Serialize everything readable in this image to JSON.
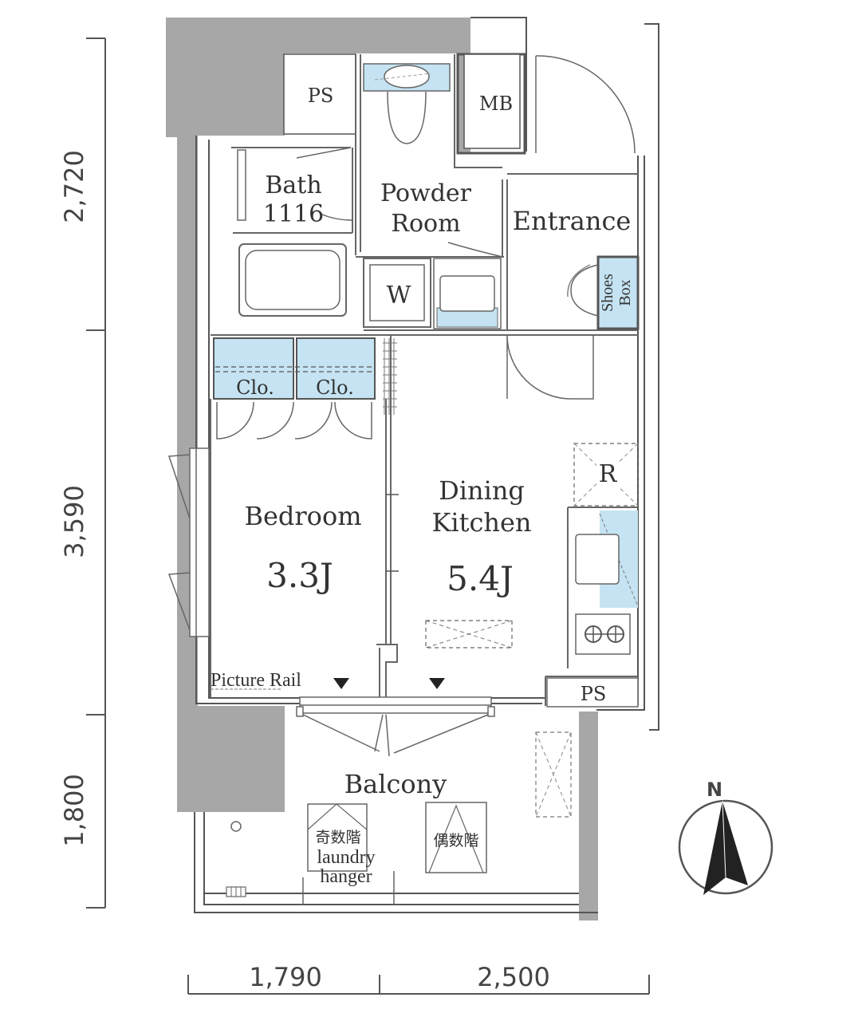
{
  "rooms": {
    "ps_top": "PS",
    "mb": "MB",
    "bath_line1": "Bath",
    "bath_line2": "1116",
    "powder_line1": "Powder",
    "powder_line2": "Room",
    "entrance": "Entrance",
    "washer": "W",
    "shoes_line1": "Shoes",
    "shoes_line2": "Box",
    "closet_left": "Clo.",
    "closet_right": "Clo.",
    "bedroom": "Bedroom",
    "bedroom_size": "3.3J",
    "dining_line1": "Dining",
    "dining_line2": "Kitchen",
    "kitchen_size": "5.4J",
    "fridge": "R",
    "ps_right": "PS",
    "picture_rail": "Picture Rail",
    "balcony": "Balcony",
    "hanger_left_jp": "奇数階",
    "hanger_line2": "laundry",
    "hanger_line3": "hanger",
    "hanger_right_jp": "偶数階"
  },
  "dimensions": {
    "left_top": "2,720",
    "left_mid": "3,590",
    "left_bottom": "1,800",
    "bottom_left": "1,790",
    "bottom_right": "2,500"
  },
  "compass": {
    "north": "N"
  },
  "colors": {
    "fixture_blue": "#c5e3f2",
    "wall_gray": "#a7a7a7",
    "line": "#555555"
  }
}
